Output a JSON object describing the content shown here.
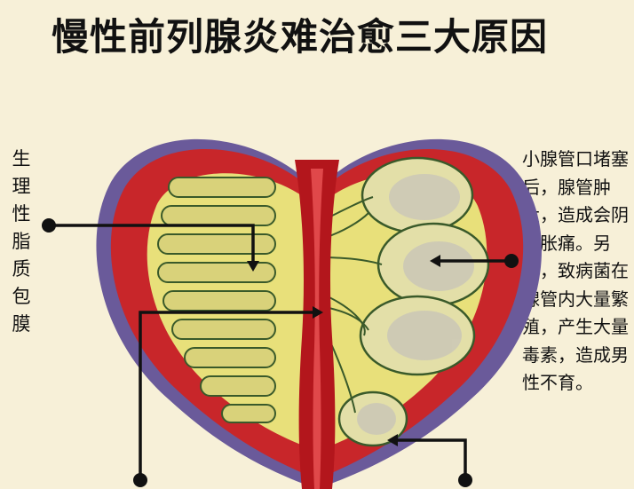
{
  "title": "慢性前列腺炎难治愈三大原因",
  "left_label": "生理性脂质包膜",
  "right_label": "小腺管口堵塞后，腺管肿大，造成会阴部胀痛。另外，致病菌在腺管内大量繁殖，产生大量毒素，造成男性不育。",
  "colors": {
    "background": "#f7f0d8",
    "outer_capsule": "#6a5a9a",
    "muscle_red": "#c8262a",
    "gland_yellow": "#e8e07a",
    "duct_fill": "#e3dfa8",
    "pointer_line": "#111111"
  }
}
